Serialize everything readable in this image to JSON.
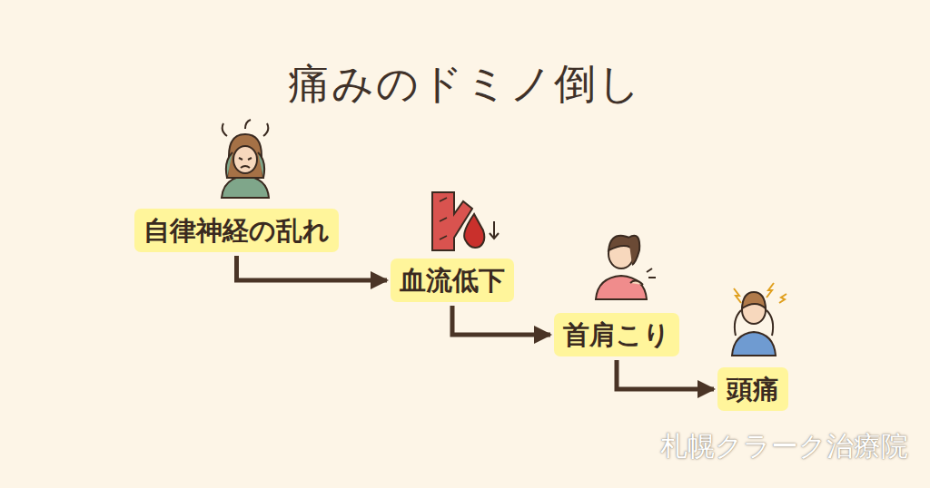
{
  "diagram": {
    "title": "痛みのドミノ倒し",
    "nodes": [
      {
        "text": [
          "自律神経の乱れ"
        ]
      },
      {
        "text": [
          "血流低下"
        ]
      },
      {
        "text": [
          "首肩こり"
        ]
      },
      {
        "text": [
          "頭痛"
        ]
      }
    ],
    "edges": [
      {
        "from": 0,
        "to": 1,
        "arrow": "to"
      },
      {
        "from": 1,
        "to": 2,
        "arrow": "to"
      },
      {
        "from": 2,
        "to": 3,
        "arrow": "to"
      }
    ],
    "labels": [
      "札幌クラーク治療院"
    ]
  }
}
